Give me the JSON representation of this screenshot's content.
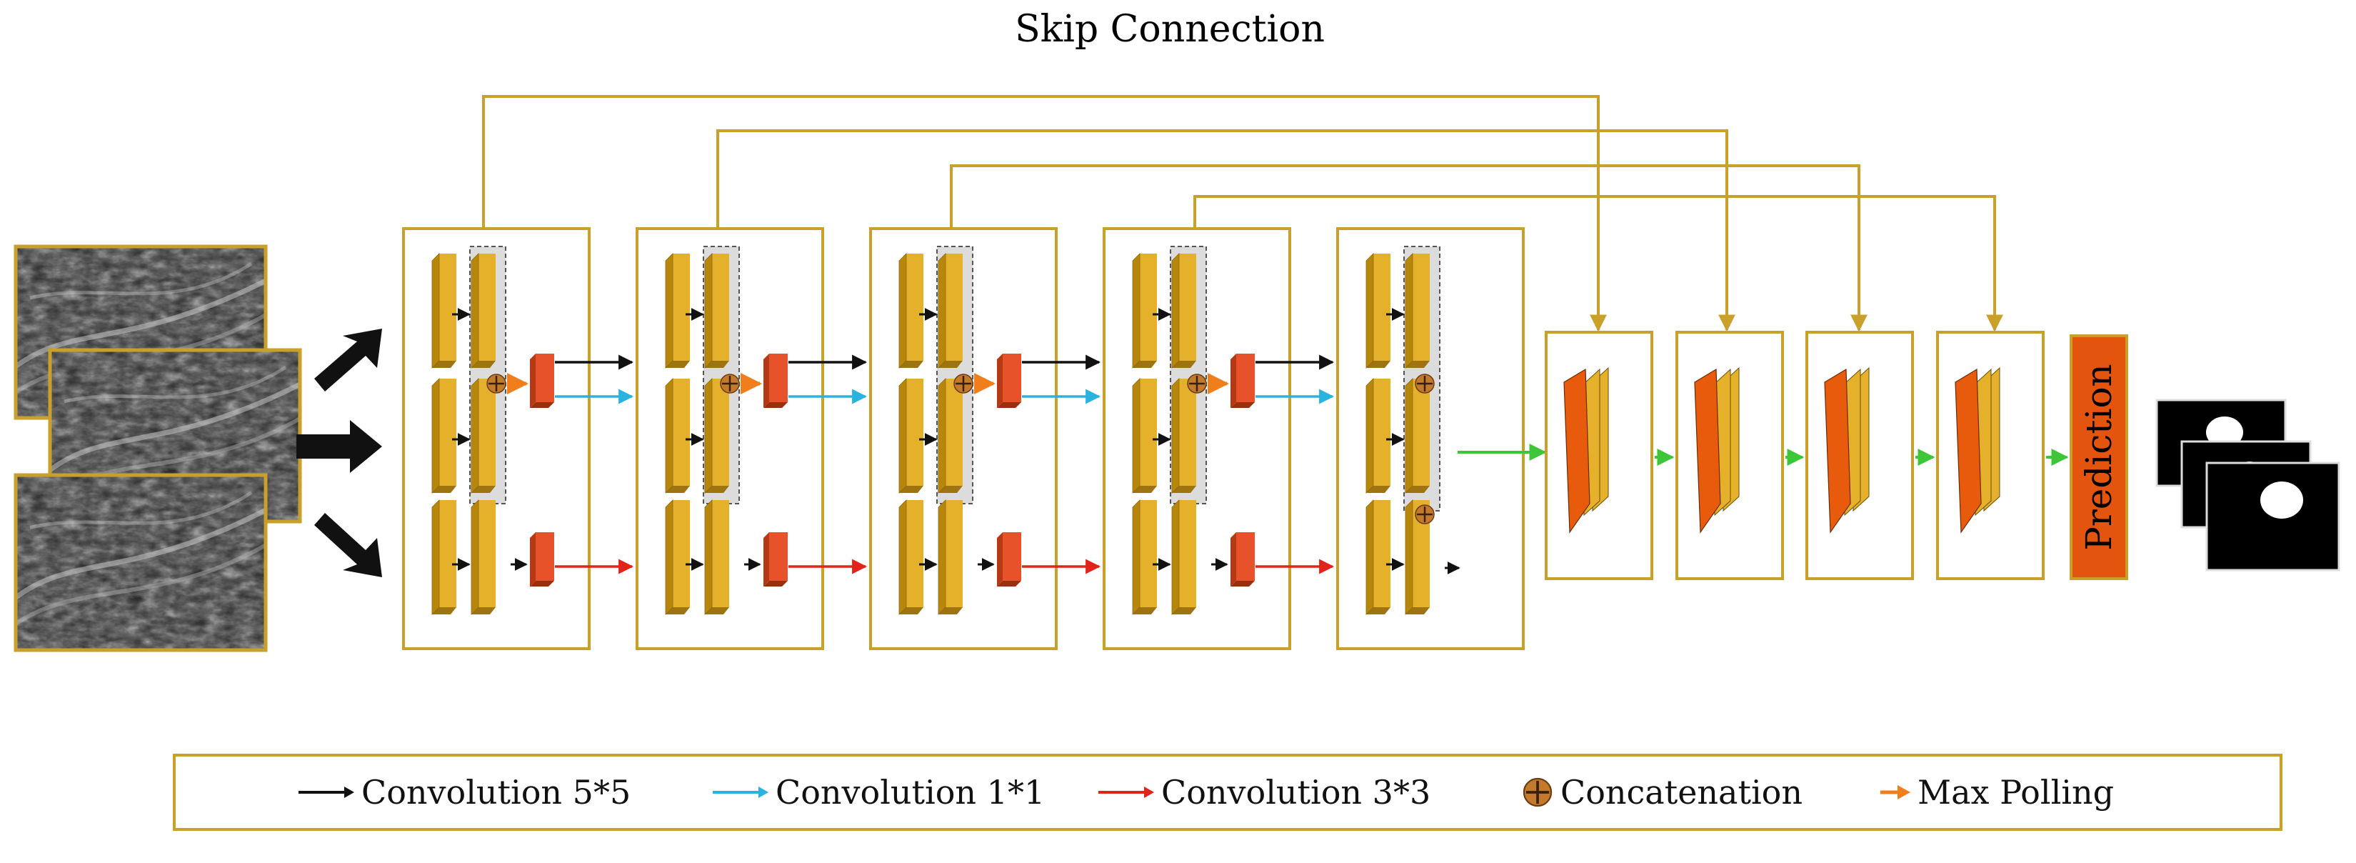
{
  "title": "Skip Connection",
  "prediction_label": "Prediction",
  "legend": {
    "items": [
      {
        "label": "Convolution 5*5",
        "color": "#111111",
        "symbol": "arrow"
      },
      {
        "label": "Convolution 1*1",
        "color": "#2BB3DF",
        "symbol": "arrow"
      },
      {
        "label": "Convolution 3*3",
        "color": "#E2231A",
        "symbol": "arrow"
      },
      {
        "label": "Concatenation",
        "color": "#8B5A2B",
        "symbol": "circle-plus"
      },
      {
        "label": "Max Polling",
        "color": "#F07F1B",
        "symbol": "small-arrow"
      }
    ]
  },
  "colors": {
    "block_border": "#C9A02A",
    "feature_map": "#E5B02A",
    "maxpool": "#E8522B",
    "decoder_map": "#E85A0C",
    "prediction": "#E3540E",
    "concat": "#8B5A2B",
    "conv1_green": "#3EC639"
  },
  "encoder_block_count": 5,
  "decoder_block_count": 4
}
